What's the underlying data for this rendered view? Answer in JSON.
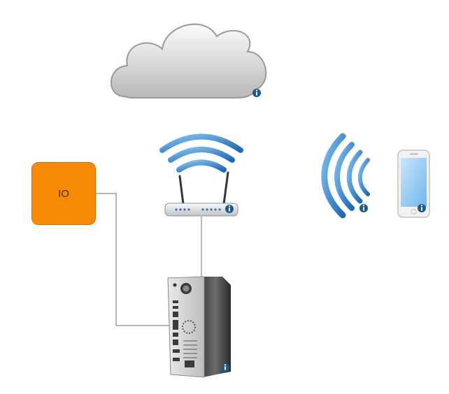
{
  "io_box": {
    "label": "IO",
    "fill": "#f98a06"
  },
  "nodes": [
    {
      "id": "cloud",
      "icon": "cloud-icon"
    },
    {
      "id": "router",
      "icon": "wifi-router-icon"
    },
    {
      "id": "signal",
      "icon": "wireless-signal-icon"
    },
    {
      "id": "smartphone",
      "icon": "smartphone-icon"
    },
    {
      "id": "computer",
      "icon": "computer-tower-icon"
    }
  ],
  "connections": [
    {
      "from": "io_box",
      "to": "computer"
    },
    {
      "from": "router",
      "to": "computer"
    }
  ],
  "info_badge": {
    "icon": "info-icon",
    "color": "#1f5a8c"
  },
  "colors": {
    "connector": "#8a8a8a",
    "wifi_blue": "#2f7fc8"
  }
}
